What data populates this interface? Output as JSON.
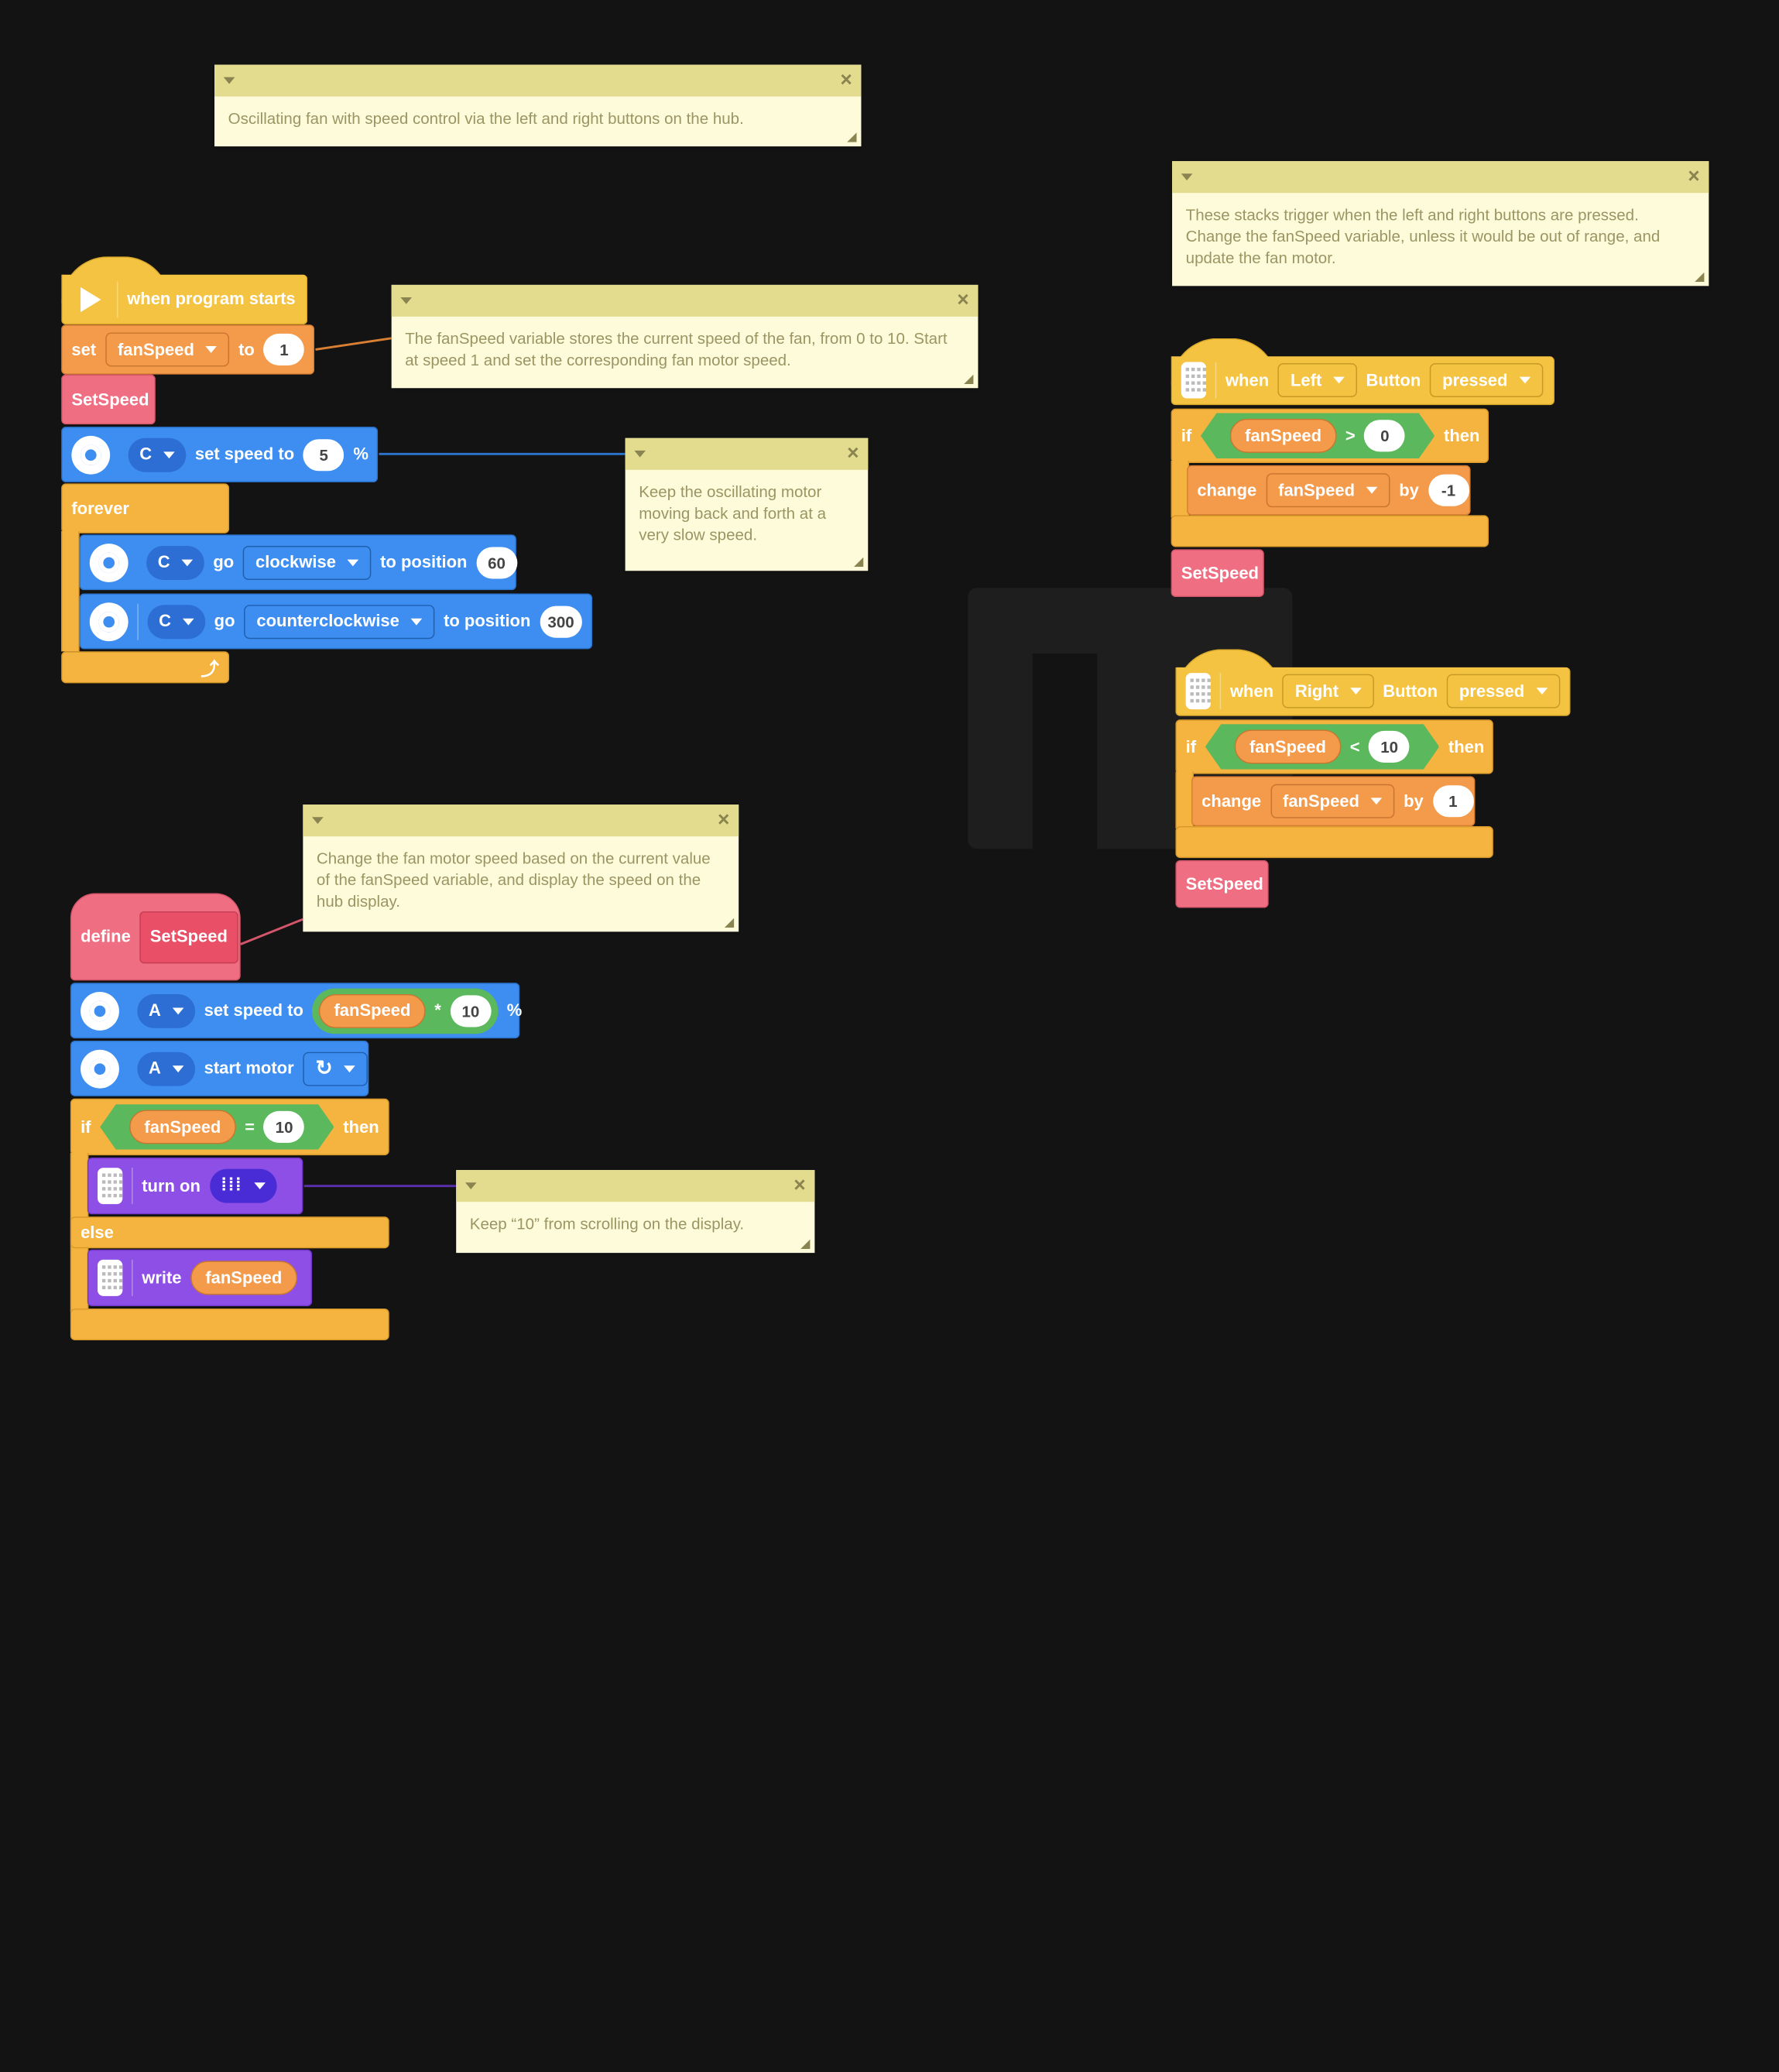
{
  "colors": {
    "background": "#131313",
    "events": "#f5c342",
    "variables": "#f39a4b",
    "control": "#f5b440",
    "motors": "#3d8ef0",
    "myblocks": "#f06e82",
    "operators": "#5cb85c",
    "display": "#8e4fe6",
    "comment": "#fefbdb"
  },
  "comments": {
    "c1": "Oscillating fan with speed control via the left and right buttons on the hub.",
    "c2": "The fanSpeed variable stores the current speed of the fan, from 0 to 10. Start at speed 1 and set the corresponding fan motor speed.",
    "c3": "Keep the oscillating motor moving back and forth at a very slow speed.",
    "c4": "These stacks trigger when the left and right buttons are pressed. Change the fanSpeed variable, unless it would be out of range, and update the fan motor.",
    "c5": "Change the fan motor speed based on the current value of the fanSpeed variable, and display the speed on the hub display.",
    "c6": "Keep “10” from scrolling on the display."
  },
  "main": {
    "hat": "when program starts",
    "set": "set",
    "set_var": "fanSpeed",
    "to": "to",
    "set_val": "1",
    "call": "SetSpeed",
    "port1": "C",
    "setspeed": "set speed to",
    "speed_val": "5",
    "pct": "%",
    "forever": "forever",
    "go1_port": "C",
    "go": "go",
    "dir1": "clockwise",
    "topos": "to position",
    "pos1": "60",
    "go2_port": "C",
    "dir2": "counterclockwise",
    "pos2": "300"
  },
  "left": {
    "when": "when",
    "button": "Left",
    "btn_word": "Button",
    "action": "pressed",
    "if": "if",
    "var": "fanSpeed",
    "op": ">",
    "val": "0",
    "then": "then",
    "change": "change",
    "change_var": "fanSpeed",
    "by": "by",
    "delta": "-1",
    "call": "SetSpeed"
  },
  "right": {
    "when": "when",
    "button": "Right",
    "btn_word": "Button",
    "action": "pressed",
    "if": "if",
    "var": "fanSpeed",
    "op": "<",
    "val": "10",
    "then": "then",
    "change": "change",
    "change_var": "fanSpeed",
    "by": "by",
    "delta": "1",
    "call": "SetSpeed"
  },
  "define": {
    "define": "define",
    "name": "SetSpeed",
    "port1": "A",
    "setspeed": "set speed to",
    "var": "fanSpeed",
    "mul": "*",
    "mul_val": "10",
    "pct": "%",
    "port2": "A",
    "start": "start motor",
    "if": "if",
    "if_var": "fanSpeed",
    "eq": "=",
    "eq_val": "10",
    "then": "then",
    "turnon": "turn on",
    "else": "else",
    "write": "write",
    "write_var": "fanSpeed"
  }
}
